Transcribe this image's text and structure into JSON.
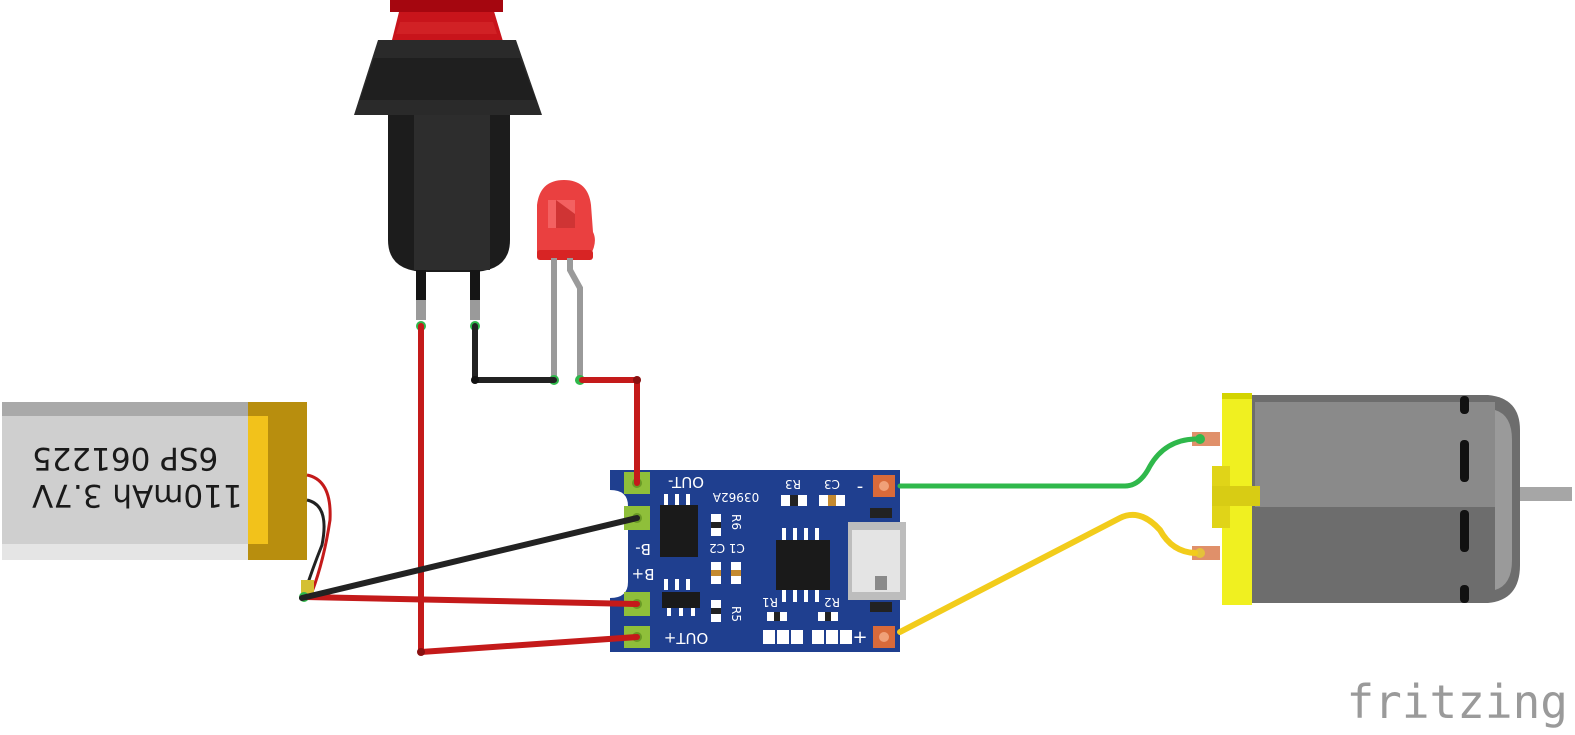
{
  "battery": {
    "line1": "110mAh 3.7V",
    "line2": "6SP 061225"
  },
  "charger_board": {
    "out_minus": "OUT-",
    "out_plus": "OUT+",
    "b_minus": "B-",
    "b_plus": "B+",
    "chip_code": "03962A",
    "r6": "R6",
    "c1c2": "C1 C2",
    "r5": "R5",
    "r3": "R3",
    "c3": "C3",
    "r1": "R1",
    "r2": "R2",
    "minus": "-",
    "plus": "+"
  },
  "brand": {
    "watermark": "fritzing"
  },
  "colors": {
    "wire_red": "#c41a1a",
    "wire_black": "#222222",
    "wire_green": "#2fb84b",
    "wire_yellow": "#f2cc1b",
    "board_blue": "#1f3f8f",
    "motor_yellow": "#f0f020",
    "motor_grey": "#6d6d6d",
    "battery_silver": "#d0d0d0",
    "battery_gold": "#c9a21a",
    "led_red": "#e83030",
    "button_red": "#c8141b"
  }
}
